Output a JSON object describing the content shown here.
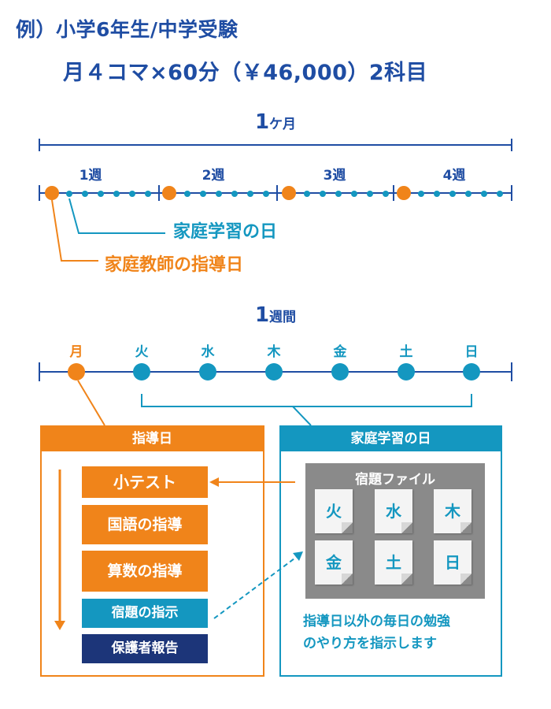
{
  "heading": {
    "line1": "例）小学6年生/中学受験",
    "line2": "月４コマ×60分（￥46,000）2科目"
  },
  "month_section": {
    "title_number": "1",
    "title_unit": "ケ月",
    "weeks": [
      "1週",
      "2週",
      "3週",
      "4週"
    ],
    "legend_study": "家庭学習の日",
    "legend_tutor": "家庭教師の指導日"
  },
  "week_section": {
    "title_number": "1",
    "title_unit": "週間",
    "days": [
      "月",
      "火",
      "水",
      "木",
      "金",
      "土",
      "日"
    ]
  },
  "tutor_box": {
    "header": "指導日",
    "steps": [
      "小テスト",
      "国語の指導",
      "算数の指導",
      "宿題の指示",
      "保護者報告"
    ]
  },
  "study_box": {
    "header": "家庭学習の日",
    "file_title": "宿題ファイル",
    "file_days": [
      "火",
      "水",
      "木",
      "金",
      "土",
      "日"
    ],
    "desc_line1": "指導日以外の毎日の勉強",
    "desc_line2": "のやり方を指示します"
  },
  "colors": {
    "navy": "#1f4da3",
    "teal": "#1497c0",
    "orange": "#f0841a",
    "dark_navy": "#1c3579",
    "gray": "#8a8a8a"
  }
}
